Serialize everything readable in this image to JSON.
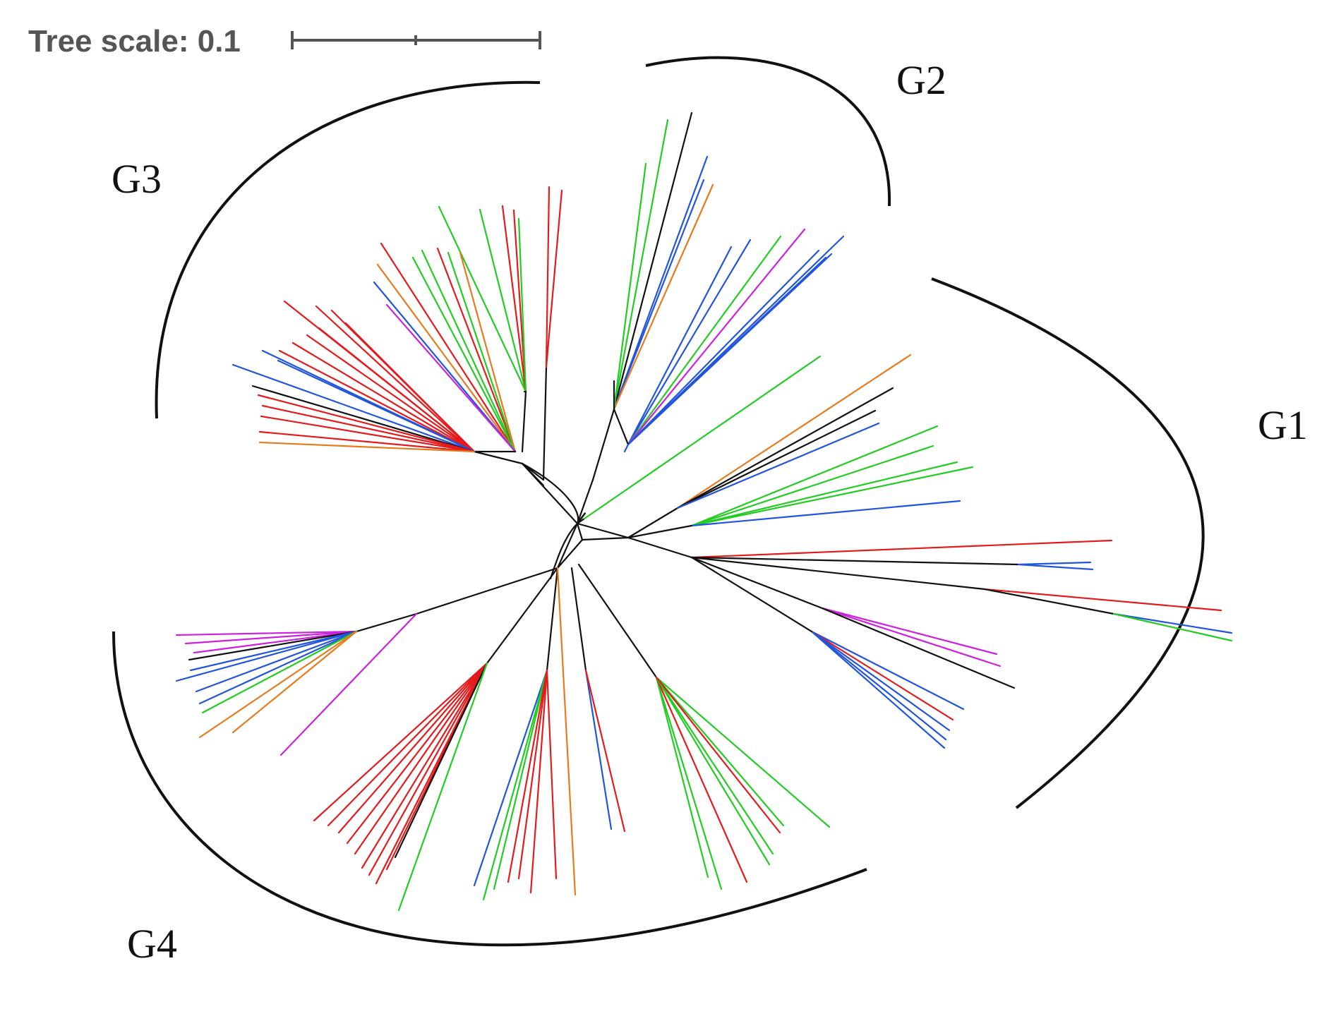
{
  "tree_scale": {
    "label": "Tree scale: 0.1"
  },
  "groups": [
    {
      "id": "G1",
      "label": "G1"
    },
    {
      "id": "G2",
      "label": "G2"
    },
    {
      "id": "G3",
      "label": "G3"
    },
    {
      "id": "G4",
      "label": "G4"
    }
  ],
  "colors": {
    "red": "#e41a1c",
    "green": "#22cc22",
    "blue": "#2255dd",
    "orange": "#e87a1e",
    "magenta": "#cc22dd",
    "black": "#111111"
  }
}
